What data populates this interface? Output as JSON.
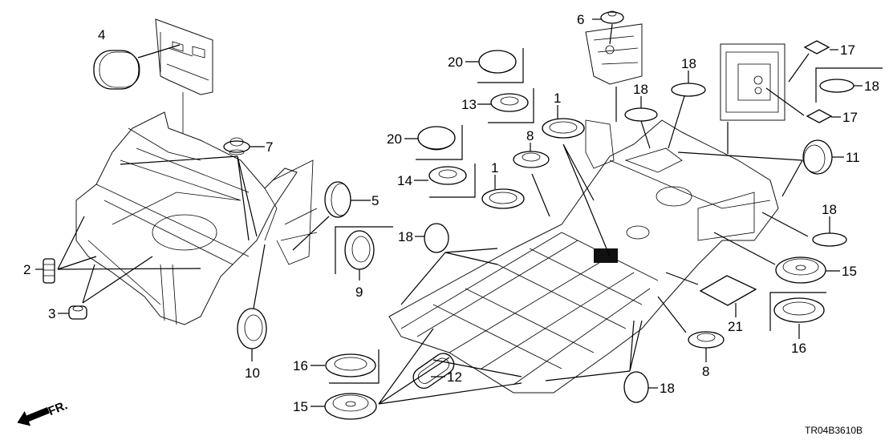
{
  "diagram": {
    "title_code": "TR04B3610B",
    "direction_indicator": "FR.",
    "callouts": [
      {
        "id": "c4",
        "label": "4",
        "part": "oval-grommet"
      },
      {
        "id": "c7",
        "label": "7",
        "part": "clip-grommet"
      },
      {
        "id": "c2",
        "label": "2",
        "part": "bumper-grommet"
      },
      {
        "id": "c3",
        "label": "3",
        "part": "plug-grommet"
      },
      {
        "id": "c5",
        "label": "5",
        "part": "cap-plug"
      },
      {
        "id": "c9",
        "label": "9",
        "part": "ring-grommet"
      },
      {
        "id": "c10",
        "label": "10",
        "part": "ring-grommet"
      },
      {
        "id": "c6",
        "label": "6",
        "part": "clip-grommet"
      },
      {
        "id": "c20a",
        "label": "20",
        "part": "dome-plug"
      },
      {
        "id": "c13",
        "label": "13",
        "part": "flange-grommet"
      },
      {
        "id": "c20b",
        "label": "20",
        "part": "dome-plug"
      },
      {
        "id": "c14",
        "label": "14",
        "part": "flange-grommet"
      },
      {
        "id": "c1a",
        "label": "1",
        "part": "ring-seal"
      },
      {
        "id": "c8a",
        "label": "8",
        "part": "step-plug"
      },
      {
        "id": "c1b",
        "label": "1",
        "part": "ring-seal"
      },
      {
        "id": "c18a",
        "label": "18",
        "part": "oval-seal"
      },
      {
        "id": "c18b",
        "label": "18",
        "part": "oval-seal"
      },
      {
        "id": "c18c",
        "label": "18",
        "part": "oval-seal"
      },
      {
        "id": "c17a",
        "label": "17",
        "part": "square-pad"
      },
      {
        "id": "c18d",
        "label": "18",
        "part": "oval-seal"
      },
      {
        "id": "c17b",
        "label": "17",
        "part": "square-pad"
      },
      {
        "id": "c11",
        "label": "11",
        "part": "cap-plug"
      },
      {
        "id": "c18e",
        "label": "18",
        "part": "oval-seal"
      },
      {
        "id": "c15a",
        "label": "15",
        "part": "ribbed-plug"
      },
      {
        "id": "c21",
        "label": "21",
        "part": "diamond-sheet"
      },
      {
        "id": "c16a",
        "label": "16",
        "part": "flange-plug"
      },
      {
        "id": "c8b",
        "label": "8",
        "part": "step-plug"
      },
      {
        "id": "c18f",
        "label": "18",
        "part": "oval-seal"
      },
      {
        "id": "c16b",
        "label": "16",
        "part": "flange-plug"
      },
      {
        "id": "c12",
        "label": "12",
        "part": "slot-grommet"
      },
      {
        "id": "c15b",
        "label": "15",
        "part": "ribbed-plug"
      }
    ]
  }
}
